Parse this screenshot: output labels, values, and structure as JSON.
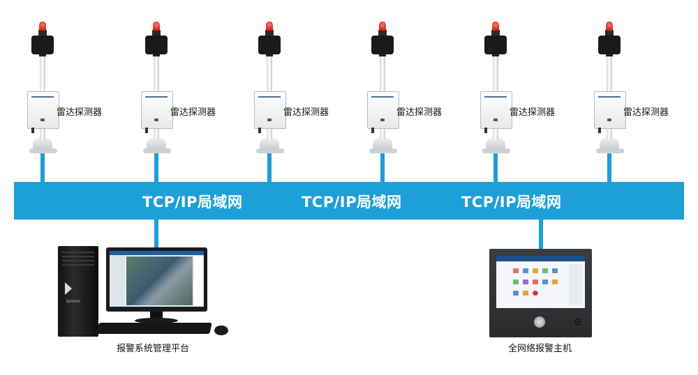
{
  "network": {
    "bus_labels": [
      "TCP/IP局域网",
      "TCP/IP局域网",
      "TCP/IP局域网"
    ],
    "bus_color": "#1d9fd8"
  },
  "detectors": [
    {
      "label": "雷达探测器"
    },
    {
      "label": "雷达探测器"
    },
    {
      "label": "雷达探测器"
    },
    {
      "label": "雷达探测器"
    },
    {
      "label": "雷达探测器"
    },
    {
      "label": "雷达探测器"
    }
  ],
  "workstation": {
    "caption": "报警系统管理平台",
    "tower_brand": "lenovo"
  },
  "alarm_host": {
    "caption": "全网络报警主机"
  },
  "colors": {
    "beacon": "#d1281b",
    "device_dark": "#1b1b1b"
  }
}
